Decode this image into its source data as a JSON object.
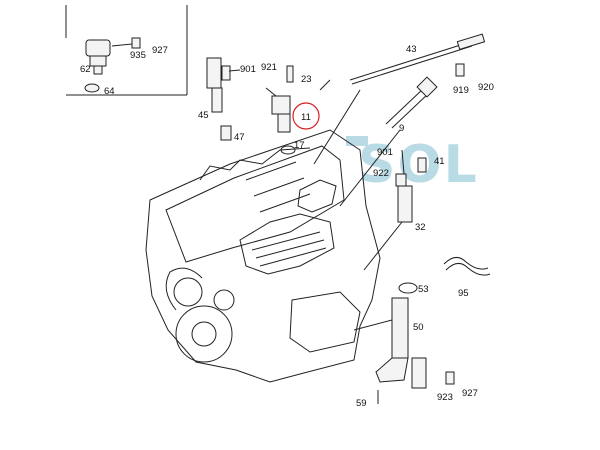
{
  "callouts": [
    {
      "id": "c62",
      "text": "62"
    },
    {
      "id": "c935",
      "text": "935"
    },
    {
      "id": "c927a",
      "text": "927"
    },
    {
      "id": "c64",
      "text": "64"
    },
    {
      "id": "c901a",
      "text": "901"
    },
    {
      "id": "c921",
      "text": "921"
    },
    {
      "id": "c23",
      "text": "23"
    },
    {
      "id": "c45",
      "text": "45"
    },
    {
      "id": "c11",
      "text": "11"
    },
    {
      "id": "c47",
      "text": "47"
    },
    {
      "id": "c17",
      "text": "17"
    },
    {
      "id": "c43",
      "text": "43"
    },
    {
      "id": "c919",
      "text": "919"
    },
    {
      "id": "c920",
      "text": "920"
    },
    {
      "id": "c9",
      "text": "9"
    },
    {
      "id": "c901b",
      "text": "901"
    },
    {
      "id": "c922",
      "text": "922"
    },
    {
      "id": "c41",
      "text": "41"
    },
    {
      "id": "c32",
      "text": "32"
    },
    {
      "id": "c95",
      "text": "95"
    },
    {
      "id": "c53",
      "text": "53"
    },
    {
      "id": "c50",
      "text": "50"
    },
    {
      "id": "c923",
      "text": "923"
    },
    {
      "id": "c927b",
      "text": "927"
    },
    {
      "id": "c59",
      "text": "59"
    }
  ],
  "watermark": "SOL",
  "highlight_color": "#d61f26",
  "watermark_color": "#b9dbe6"
}
